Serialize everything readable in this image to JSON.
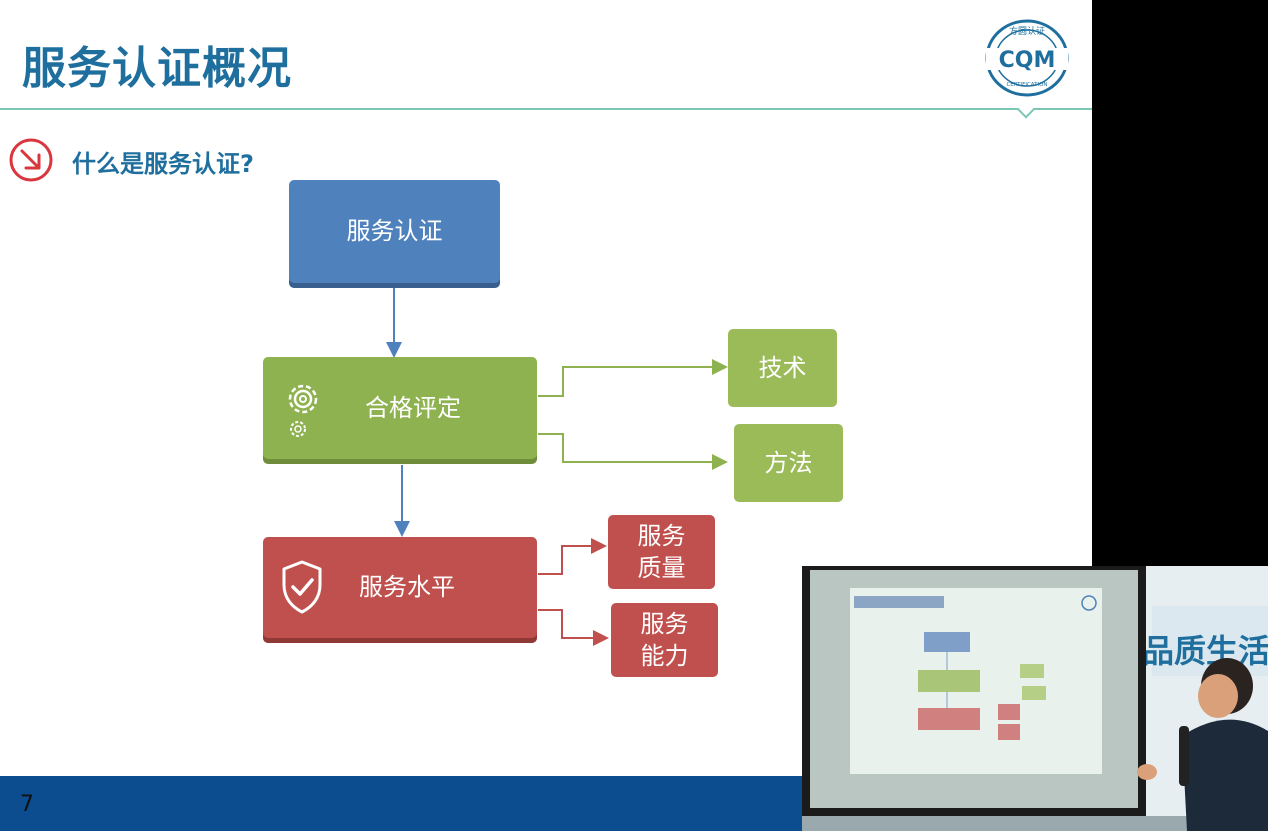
{
  "slide": {
    "title": "服务认证概况",
    "question": "什么是服务认证?",
    "page_number": "7",
    "logo": {
      "text": "CQM",
      "ring_top": "方圆认证",
      "ring_bottom": "CERTIFICATION"
    }
  },
  "diagram": {
    "root": "服务认证",
    "assessment": "合格评定",
    "assessment_children": [
      "技术",
      "方法"
    ],
    "service_level": "服务水平",
    "service_level_children": [
      "服务\n质量",
      "服务\n能力"
    ]
  },
  "colors": {
    "title": "#1f6f9e",
    "blue_box": "#4f81bd",
    "green_box": "#8db24f",
    "red_box": "#c0504d",
    "footer": "#0c4d8f",
    "rule": "#7cc6b4"
  },
  "icons": [
    "arrow-down-right-icon",
    "gears-icon",
    "shield-check-icon",
    "cqm-logo"
  ],
  "photo_inset": {
    "description": "",
    "banner_text": "品质生活"
  }
}
